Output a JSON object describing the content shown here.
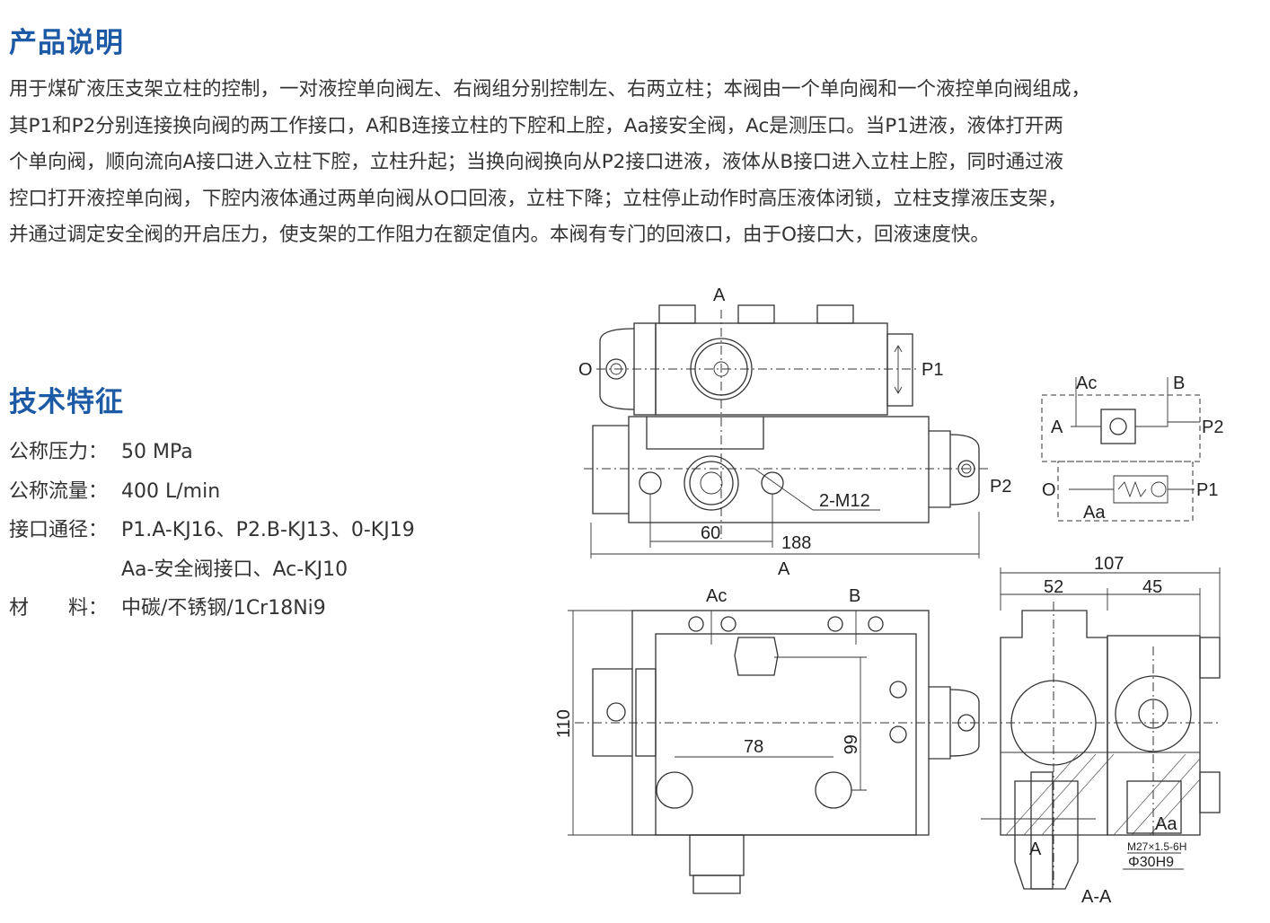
{
  "description_section": {
    "title": "产品说明",
    "lines": [
      "用于煤矿液压支架立柱的控制，一对液控单向阀左、右阀组分别控制左、右两立柱；本阀由一个单向阀和一个液控单向阀组成，",
      "其P1和P2分别连接换向阀的两工作接口，A和B连接立柱的下腔和上腔，Aa接安全阀，Ac是测压口。当P1进液，液体打开两",
      "个单向阀，顺向流向A接口进入立柱下腔，立柱升起；当换向阀换向从P2接口进液，液体从B接口进入立柱上腔，同时通过液",
      "控口打开液控单向阀，下腔内液体通过两单向阀从O口回液，立柱下降；立柱停止动作时高压液体闭锁，立柱支撑液压支架，",
      "并通过调定安全阀的开启压力，使支架的工作阻力在额定值内。本阀有专门的回液口，由于O接口大，回液速度快。"
    ]
  },
  "specs_section": {
    "title": "技术特征",
    "rows": [
      {
        "label": "公称压力：",
        "value": "50 MPa"
      },
      {
        "label": "公称流量：",
        "value": "400 L/min"
      },
      {
        "label": "接口通径：",
        "value": "P1.A-KJ16、P2.B-KJ13、0-KJ19"
      },
      {
        "label": "",
        "value": "Aa-安全阀接口、Ac-KJ10"
      },
      {
        "label": "材　　料：",
        "value": "中碳/不锈钢/1Cr18Ni9"
      }
    ]
  },
  "drawing": {
    "top_view": {
      "A": "A",
      "O": "O",
      "P1": "P1"
    },
    "front_view": {
      "P2": "P2",
      "thread": "2-M12",
      "dim_60": "60",
      "dim_188": "188",
      "section": "A"
    },
    "schematic": {
      "Ac": "Ac",
      "B": "B",
      "A": "A",
      "P2": "P2",
      "O": "O",
      "P1": "P1",
      "Aa": "Aa"
    },
    "bottom_view": {
      "Ac": "Ac",
      "B": "B",
      "dim_110": "110",
      "dim_66": "66",
      "dim_78": "78"
    },
    "section_view": {
      "dim_107": "107",
      "dim_52": "52",
      "dim_45": "45",
      "A": "A",
      "Aa": "Aa",
      "thread": "M27×1.5-6H",
      "bore": "Φ30H9",
      "title": "A-A"
    }
  }
}
